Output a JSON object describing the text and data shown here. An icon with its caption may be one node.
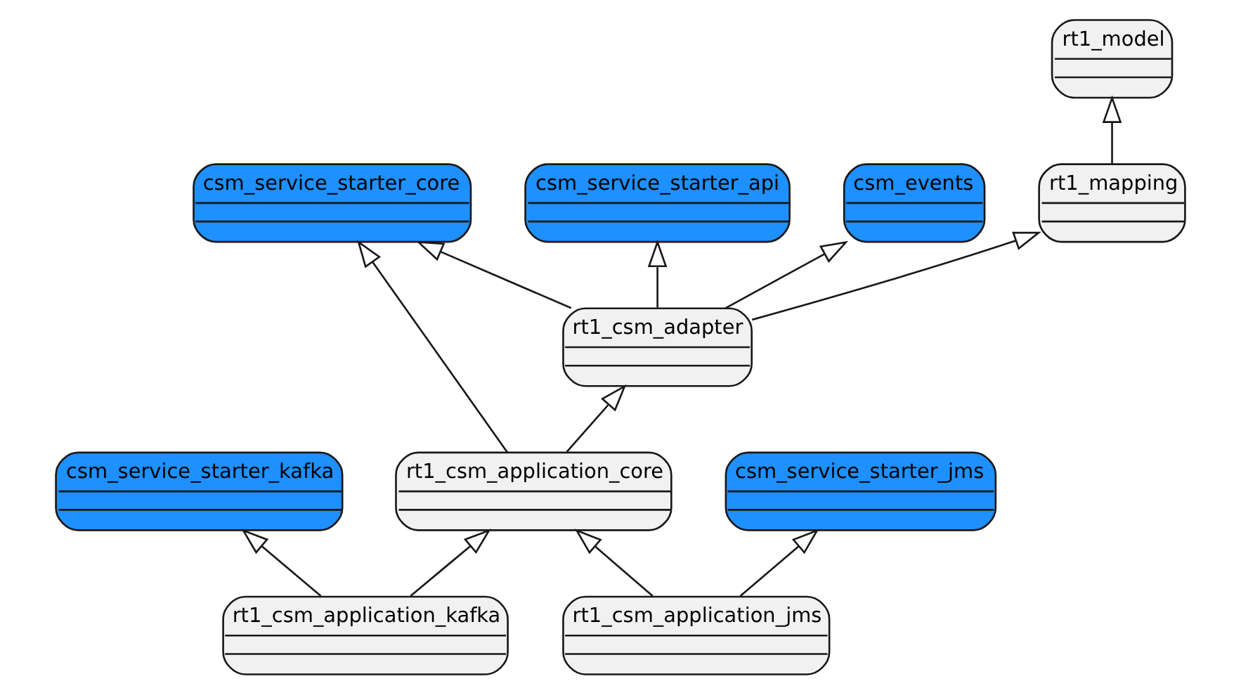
{
  "diagram": {
    "nodes": [
      {
        "text": [
          "rt1_model"
        ]
      },
      {
        "text": [
          "csm_service_starter_api"
        ]
      },
      {
        "text": [
          "csm_events"
        ]
      },
      {
        "text": [
          "rt1_mapping"
        ]
      },
      {
        "text": [
          "csm_service_starter_core"
        ]
      },
      {
        "text": [
          "rt1_csm_adapter"
        ]
      },
      {
        "text": [
          "csm_service_starter_kafka"
        ]
      },
      {
        "text": [
          "rt1_csm_application_core"
        ]
      },
      {
        "text": [
          "csm_service_starter_jms"
        ]
      },
      {
        "text": [
          "rt1_csm_application_kafka"
        ]
      },
      {
        "text": [
          "rt1_csm_application_jms"
        ]
      }
    ],
    "edges": [
      {
        "from": 3,
        "to": 0,
        "arrow": "to"
      },
      {
        "from": 5,
        "to": 1,
        "arrow": "to"
      },
      {
        "from": 5,
        "to": 2,
        "arrow": "to"
      },
      {
        "from": 5,
        "to": 3,
        "arrow": "to"
      },
      {
        "from": 5,
        "to": 4,
        "arrow": "to"
      },
      {
        "from": 7,
        "to": 5,
        "arrow": "to"
      },
      {
        "from": 7,
        "to": 4,
        "arrow": "to"
      },
      {
        "from": 9,
        "to": 6,
        "arrow": "to"
      },
      {
        "from": 9,
        "to": 7,
        "arrow": "to"
      },
      {
        "from": 10,
        "to": 7,
        "arrow": "to"
      },
      {
        "from": 10,
        "to": 8,
        "arrow": "to"
      }
    ]
  }
}
